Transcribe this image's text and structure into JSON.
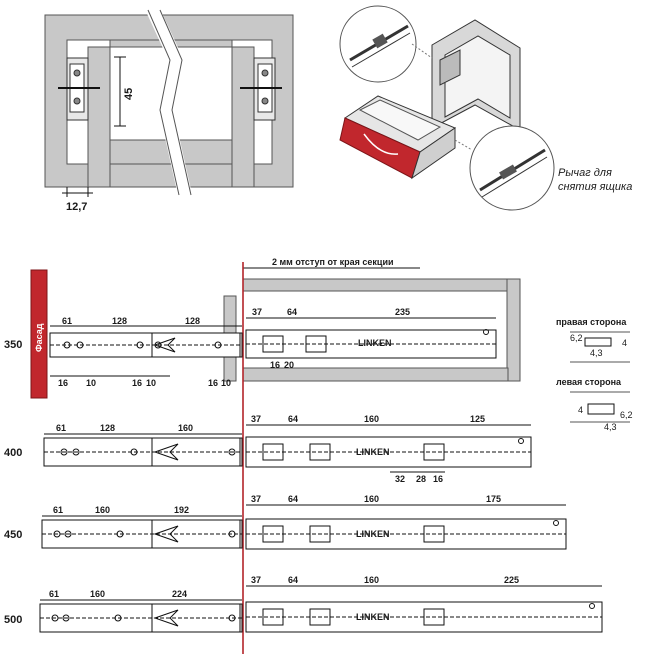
{
  "top_left": {
    "dim_height": "45",
    "dim_width": "12,7"
  },
  "drawer_view": {
    "lever_caption_line1": "Рычаг для",
    "lever_caption_line2": "снятия ящика"
  },
  "header_offset_label": "2 мм отступ от края секции",
  "facade_label": "Фасад",
  "right_side_label": "правая сторона",
  "left_side_label": "левая сторона",
  "brand_text": "LINKEN",
  "profile_right": {
    "d1": "6,2",
    "d2": "4",
    "d3": "4,3"
  },
  "profile_left": {
    "d1": "4",
    "d2": "6,2",
    "d3": "4,3"
  },
  "rows": [
    {
      "size": "350",
      "left_dims": [
        "61",
        "128",
        "128"
      ],
      "bottom_dims": [
        "16",
        "10",
        "16",
        "10",
        "16",
        "10"
      ],
      "right_dims": [
        "37",
        "64",
        "235"
      ],
      "right_bottom_dims": [
        "16",
        "20"
      ]
    },
    {
      "size": "400",
      "left_dims": [
        "61",
        "128",
        "160"
      ],
      "right_dims": [
        "37",
        "64",
        "160",
        "125"
      ],
      "right_bottom_dims": [
        "32",
        "28",
        "16"
      ]
    },
    {
      "size": "450",
      "left_dims": [
        "61",
        "160",
        "192"
      ],
      "right_dims": [
        "37",
        "64",
        "160",
        "175"
      ]
    },
    {
      "size": "500",
      "left_dims": [
        "61",
        "160",
        "224"
      ],
      "right_dims": [
        "37",
        "64",
        "160",
        "225"
      ]
    }
  ],
  "colors": {
    "facade_red": "#c1272d",
    "gray_panel": "#c8c8c8",
    "line": "#1a1a1a",
    "red_line": "#b3242a"
  }
}
